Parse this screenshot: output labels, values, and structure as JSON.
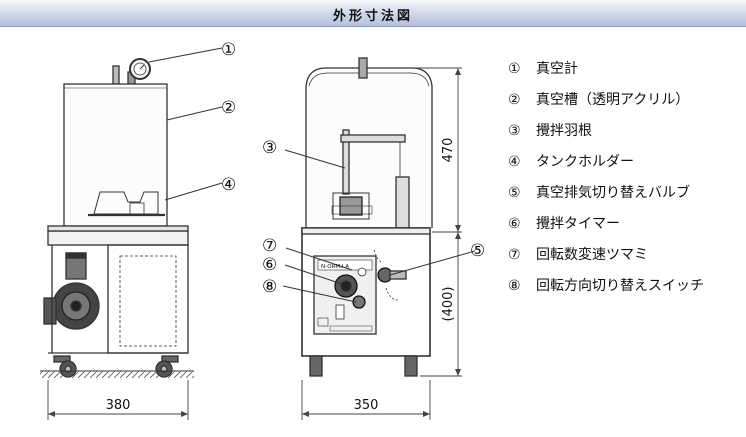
{
  "header": {
    "title": "外形寸法図"
  },
  "callouts": [
    "①",
    "②",
    "③",
    "④",
    "⑤",
    "⑥",
    "⑦",
    "⑧"
  ],
  "dimensions": {
    "width_left": "380",
    "width_right": "350",
    "height_tank": "470",
    "height_base": "(400)"
  },
  "legend": [
    {
      "num": "①",
      "label": "真空計"
    },
    {
      "num": "②",
      "label": "真空槽（透明アクリル）"
    },
    {
      "num": "③",
      "label": "攪拌羽根"
    },
    {
      "num": "④",
      "label": "タンクホルダー"
    },
    {
      "num": "⑤",
      "label": "真空排気切り替えバルブ"
    },
    {
      "num": "⑥",
      "label": "攪拌タイマー"
    },
    {
      "num": "⑦",
      "label": "回転数変速ツマミ"
    },
    {
      "num": "⑧",
      "label": "回転方向切り替えスイッチ"
    }
  ],
  "panel": {
    "brand_text": "N-ORM.I.A"
  },
  "colors": {
    "header_band": "#cdd6e8",
    "line": "#333333"
  }
}
